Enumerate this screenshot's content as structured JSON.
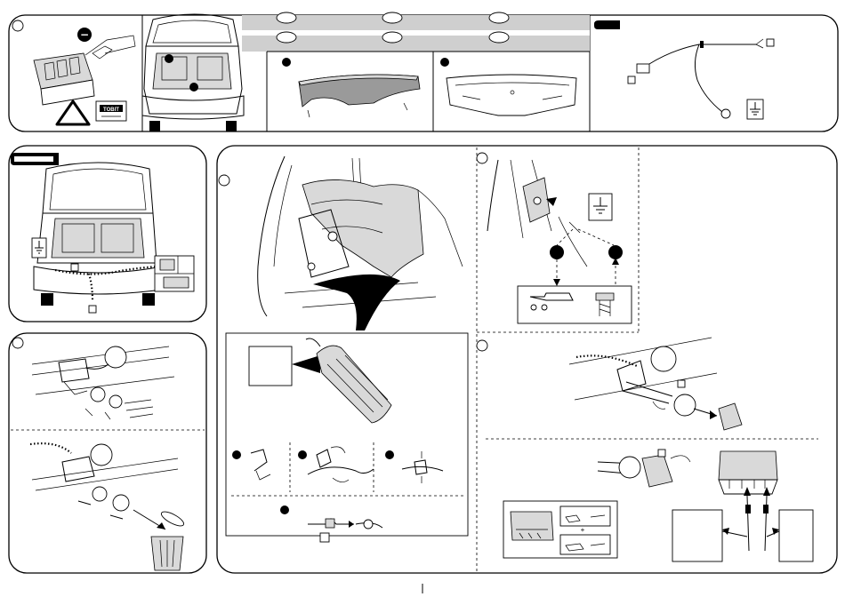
{
  "warning_label": "TOBIT",
  "steps": [
    {
      "id": "step-1",
      "label": ""
    },
    {
      "id": "step-2",
      "label": ""
    },
    {
      "id": "step-3",
      "label": ""
    },
    {
      "id": "step-4",
      "label": ""
    },
    {
      "id": "step-5",
      "label": ""
    },
    {
      "id": "step-6",
      "label": ""
    }
  ],
  "tabs": [
    {
      "id": "tab-kit",
      "label": ""
    },
    {
      "id": "tab-vehicle",
      "label": ""
    }
  ],
  "ground_symbol": "⏚",
  "remove_symbol": "−"
}
